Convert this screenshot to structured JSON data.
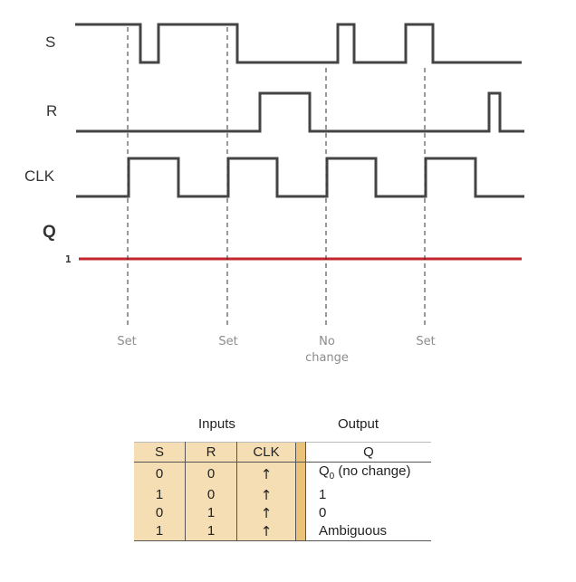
{
  "signals": {
    "s_label": "S",
    "r_label": "R",
    "clk_label": "CLK",
    "q_label": "Q",
    "q_level_label": "1"
  },
  "annotations": [
    {
      "line1": "Set",
      "line2": ""
    },
    {
      "line1": "Set",
      "line2": ""
    },
    {
      "line1": "No",
      "line2": "change"
    },
    {
      "line1": "Set",
      "line2": ""
    }
  ],
  "table": {
    "inputs_label": "Inputs",
    "output_label": "Output",
    "headers": [
      "S",
      "R",
      "CLK",
      "Q"
    ],
    "rows": [
      {
        "s": "0",
        "r": "0",
        "clk": "↑",
        "q_main": "Q",
        "q_sub": "0",
        "q_rest": " (no change)"
      },
      {
        "s": "1",
        "r": "0",
        "clk": "↑",
        "q_main": "1",
        "q_sub": "",
        "q_rest": ""
      },
      {
        "s": "0",
        "r": "1",
        "clk": "↑",
        "q_main": "0",
        "q_sub": "",
        "q_rest": ""
      },
      {
        "s": "1",
        "r": "1",
        "clk": "↑",
        "q_main": "Ambiguous",
        "q_sub": "",
        "q_rest": ""
      }
    ]
  },
  "colors": {
    "waveform": "#444444",
    "q_line": "#c0262b",
    "guide": "#333333",
    "annotation": "#8c8c8c",
    "table_fill": "#f5deb3",
    "table_separator": "#ebc27a"
  }
}
